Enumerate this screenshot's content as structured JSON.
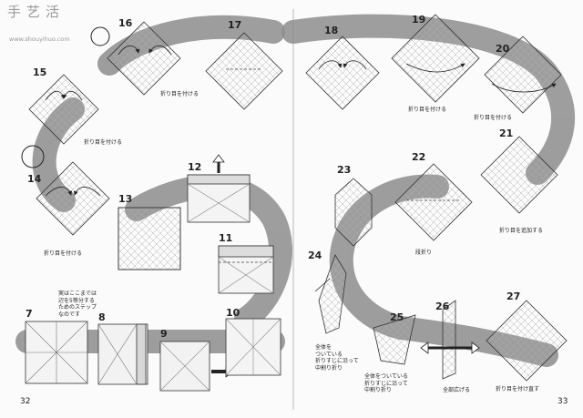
{
  "watermark": {
    "logo": "手艺活",
    "site": "www.shouyihuo.com"
  },
  "pages": {
    "left": "32",
    "right": "33"
  },
  "steps": {
    "s7": "7",
    "s8": "8",
    "s9": "9",
    "s10": "10",
    "s11": "11",
    "s12": "12",
    "s13": "13",
    "s14": "14",
    "s15": "15",
    "s16": "16",
    "s17": "17",
    "s18": "18",
    "s19": "19",
    "s20": "20",
    "s21": "21",
    "s22": "22",
    "s23": "23",
    "s24": "24",
    "s25": "25",
    "s26": "26",
    "s27": "27"
  },
  "captions": {
    "fold_crease": "折り目を付ける",
    "add_crease": "折り目を追加する",
    "step_fold": "段折り",
    "open_all": "全部広げる",
    "refold_crease": "折り目を付け直す"
  },
  "notes": {
    "side_divide": "実はここまでは\n辺を5等分する\nためのステップ\nなのです",
    "whole_step24": "全体を\nついている\n折りすじに沿って\n中割り折り",
    "whole_step25": "全体をついている\n折りすじに沿って\n中割り折り"
  }
}
